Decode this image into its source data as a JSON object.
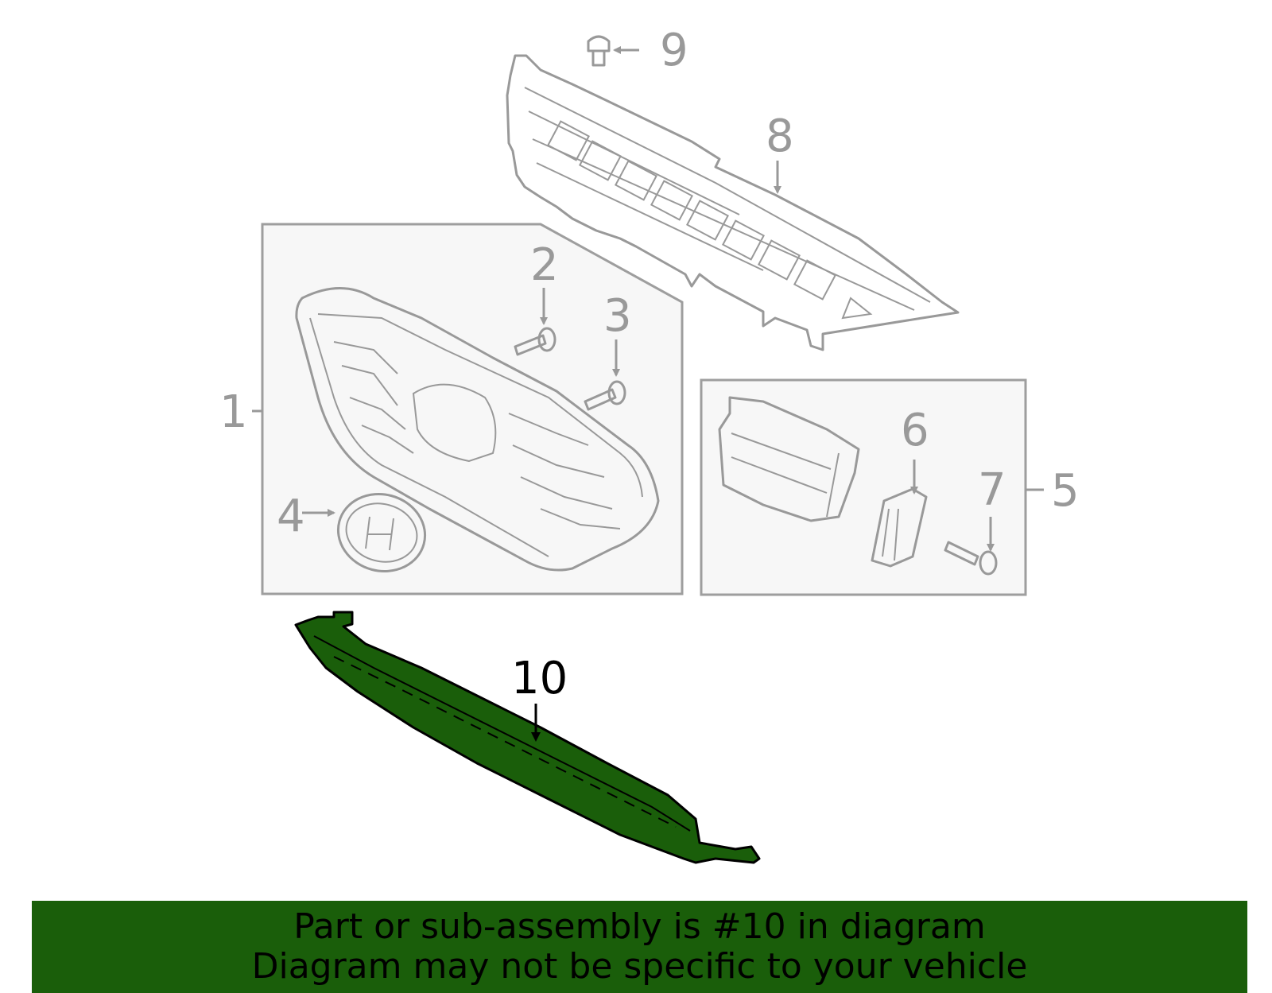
{
  "diagram": {
    "callouts": {
      "c1": "1",
      "c2": "2",
      "c3": "3",
      "c4": "4",
      "c5": "5",
      "c6": "6",
      "c7": "7",
      "c8": "8",
      "c9": "9",
      "c10": "10"
    },
    "highlighted_part": "10",
    "colors": {
      "highlight_fill": "#1a5e0a",
      "part_stroke": "#999999",
      "box_fill": "#f7f7f7"
    }
  },
  "banner": {
    "line1": "Part or sub-assembly is #10 in diagram",
    "line2": "Diagram may not be specific to your vehicle",
    "background": "#1a5e0a"
  }
}
